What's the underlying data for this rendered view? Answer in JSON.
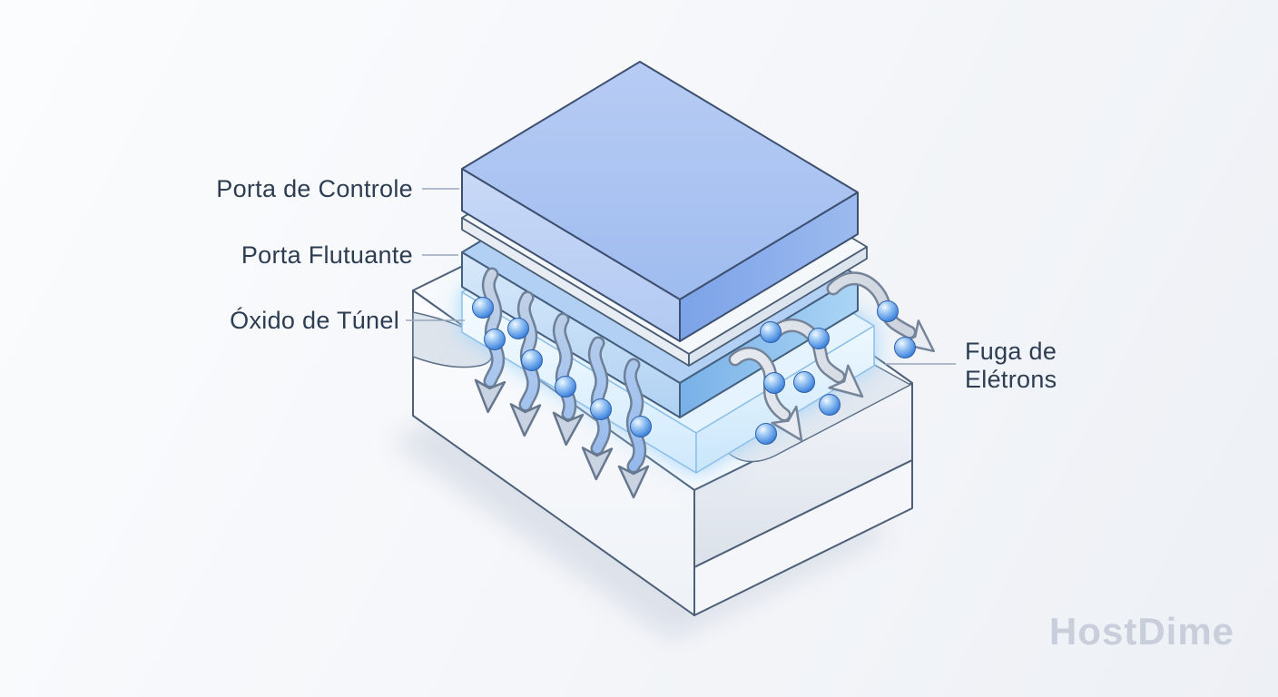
{
  "watermark": "HostDime",
  "diagram": {
    "subject": "flash-memory-cell-electron-leakage",
    "labels": {
      "control_gate": "Porta de Controle",
      "floating_gate": "Porta Flutuante",
      "tunnel_oxide": "Óxido de Túnel",
      "electron_leakage": "Fuga de Elétrons"
    },
    "icons": {
      "electron": "blue-sphere",
      "down_leak_arrow": "wavy-arrow-down",
      "side_leak_arrow": "wavy-arrow-right"
    },
    "colors": {
      "control_gate_top": "#a9c3f0",
      "control_gate_side": "#7ca3e8",
      "floating_gate_side": "#78b1e8",
      "tunnel_oxide_glow": "#aed9fa",
      "substrate": "#f8fafc",
      "electron": "#4a8de2",
      "arrow_blue": "#8fb4ec",
      "arrow_gray": "#c8cfda",
      "outline": "#3d5070",
      "label_text": "#2d3d52",
      "leader_line": "#97a6ba",
      "watermark_text": "#c8ceda",
      "background": "#f2f5f8"
    }
  }
}
